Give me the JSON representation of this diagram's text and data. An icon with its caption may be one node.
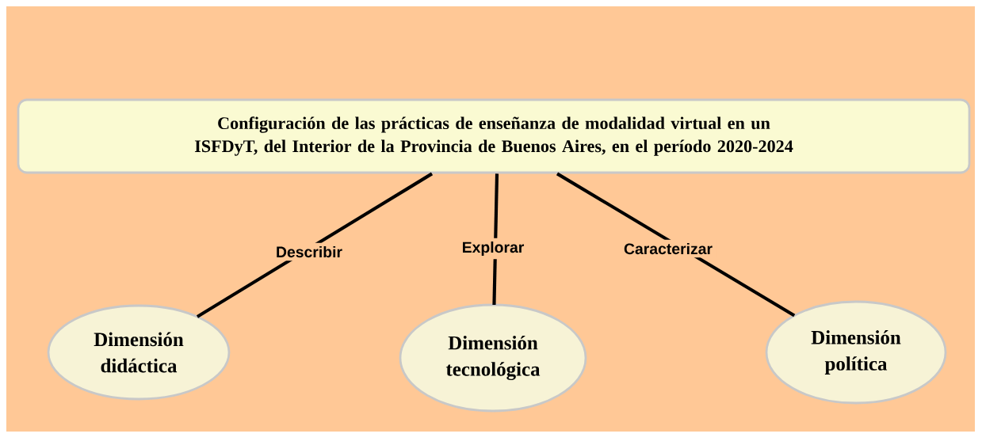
{
  "diagram": {
    "nodes": [
      {
        "text": [
          "Configuración de las prácticas de enseñanza de modalidad virtual en un ISFDyT, del Interior de la Provincia de Buenos Aires, en el período 2020-2024"
        ]
      },
      {
        "text": [
          "Dimensión didáctica"
        ]
      },
      {
        "text": [
          "Dimensión tecnológica"
        ]
      },
      {
        "text": [
          "Dimensión política"
        ]
      }
    ],
    "edges": [
      {
        "from": 0,
        "to": 1,
        "arrow": "none",
        "label": "Describir"
      },
      {
        "from": 0,
        "to": 2,
        "arrow": "none",
        "label": "Explorar"
      },
      {
        "from": 0,
        "to": 3,
        "arrow": "none",
        "label": "Caracterizar"
      }
    ]
  }
}
